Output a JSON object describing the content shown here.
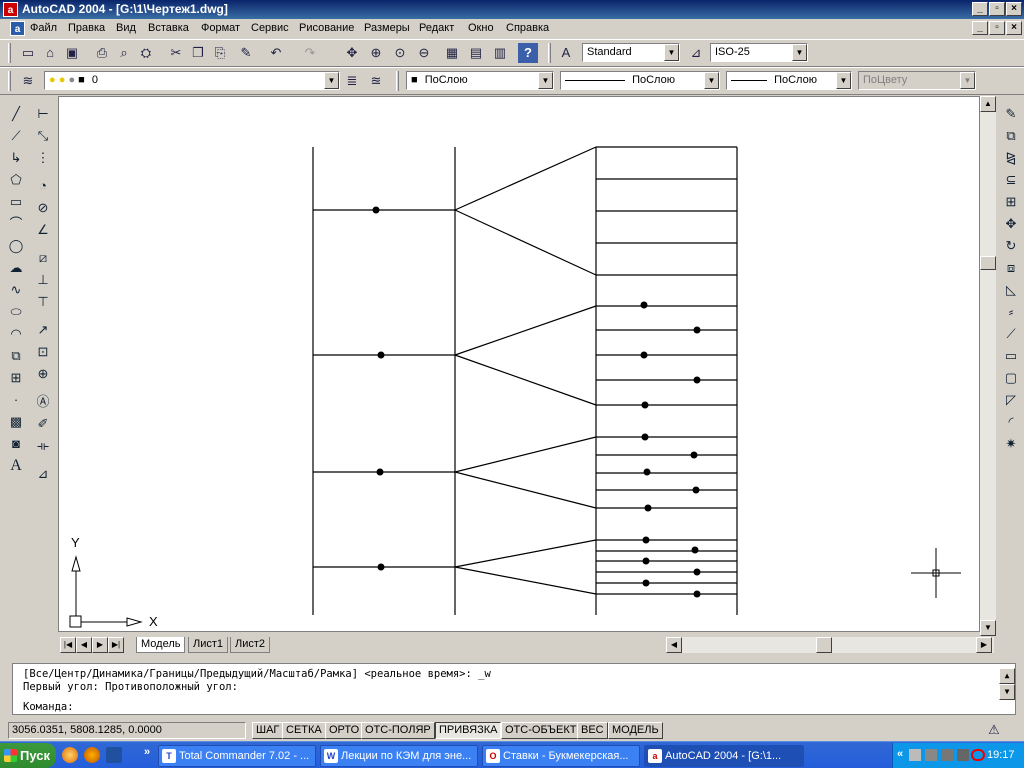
{
  "window": {
    "title": "AutoCAD 2004 - [G:\\1\\Чертеж1.dwg]",
    "app_icon": "autocad-icon"
  },
  "menu": [
    "Файл",
    "Правка",
    "Вид",
    "Вставка",
    "Формат",
    "Сервис",
    "Рисование",
    "Размеры",
    "Редакт",
    "Окно",
    "Справка"
  ],
  "toolbar_styles": {
    "text_style": "Standard",
    "dim_style": "ISO-25"
  },
  "toolbar_layers": {
    "layer": "0",
    "color": "ПоСлою",
    "linetype": "ПоСлою",
    "lineweight": "ПоСлою",
    "plotstyle": "ПоЦвету"
  },
  "axis_labels": {
    "x": "X",
    "y": "Y"
  },
  "tabs": [
    "Модель",
    "Лист1",
    "Лист2"
  ],
  "active_tab": 0,
  "command": {
    "line1": "[Все/Центр/Динамика/Границы/Предыдущий/Масштаб/Рамка] <реальное время>: _w",
    "line2": "Первый угол: Противоположный угол:",
    "prompt": "Команда:"
  },
  "status": {
    "coordinates": "3056.0351, 5808.1285, 0.0000",
    "buttons": [
      {
        "label": "ШАГ",
        "pressed": false
      },
      {
        "label": "СЕТКА",
        "pressed": false
      },
      {
        "label": "ОРТО",
        "pressed": false
      },
      {
        "label": "ОТС-ПОЛЯР",
        "pressed": false
      },
      {
        "label": "ПРИВЯЗКА",
        "pressed": true
      },
      {
        "label": "ОТС-ОБЪЕКТ",
        "pressed": false
      },
      {
        "label": "ВЕС",
        "pressed": false
      },
      {
        "label": "МОДЕЛЬ",
        "pressed": false
      }
    ]
  },
  "taskbar": {
    "start": "Пуск",
    "tasks": [
      {
        "label": "Total Commander 7.02 - ...",
        "active": false
      },
      {
        "label": "Лекции по КЭМ для эне...",
        "active": false
      },
      {
        "label": "Ставки - Букмекерская...",
        "active": false
      },
      {
        "label": "AutoCAD 2004 - [G:\\1...",
        "active": true
      }
    ],
    "clock": "19:17"
  }
}
